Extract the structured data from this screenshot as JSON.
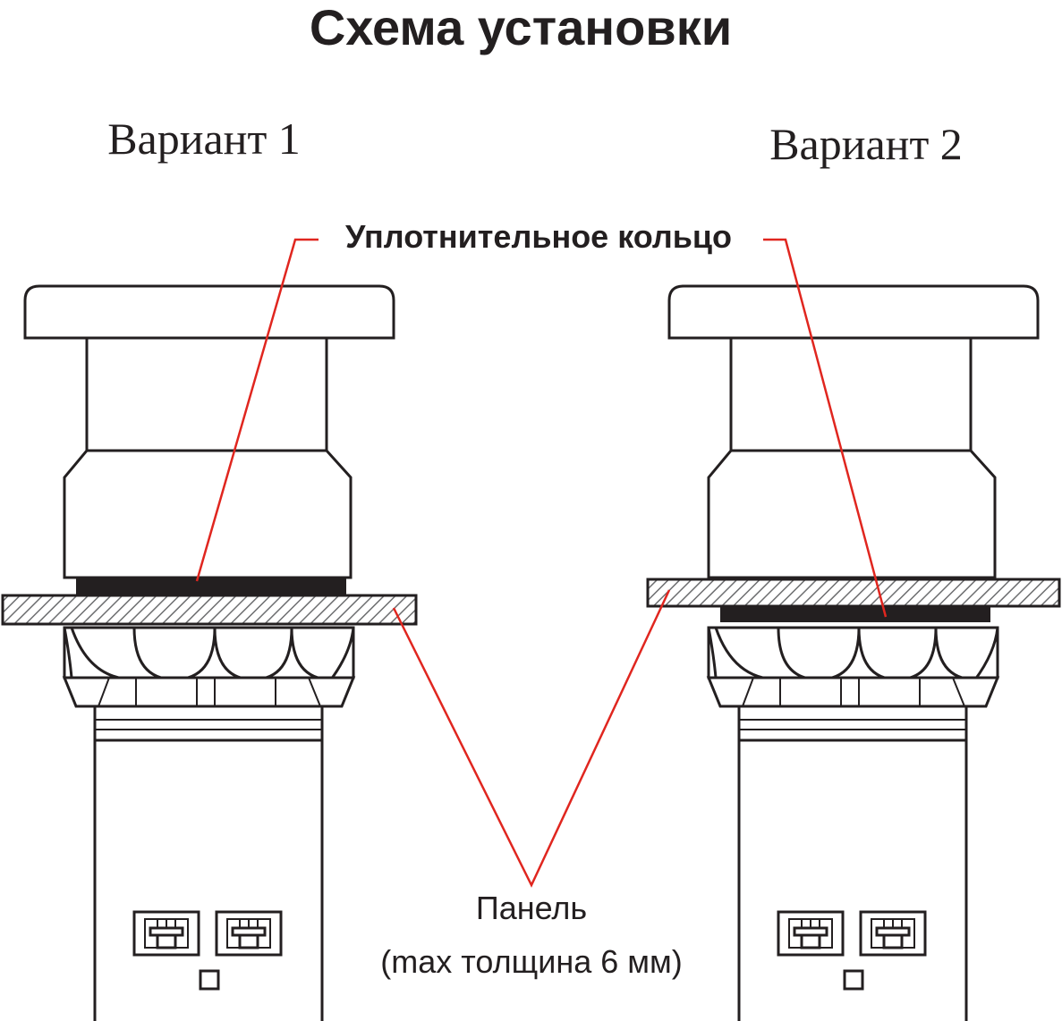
{
  "title": "Схема установки",
  "variants": [
    {
      "label": "Вариант 1"
    },
    {
      "label": "Вариант 2"
    }
  ],
  "callouts": {
    "seal_ring": "Уплотнительное кольцо",
    "panel_line1": "Панель",
    "panel_line2": "(max толщина 6 мм)"
  },
  "colors": {
    "outline": "#231f20",
    "leader_lines": "#e0261f",
    "seal": "#231f20",
    "background": "#ffffff"
  }
}
